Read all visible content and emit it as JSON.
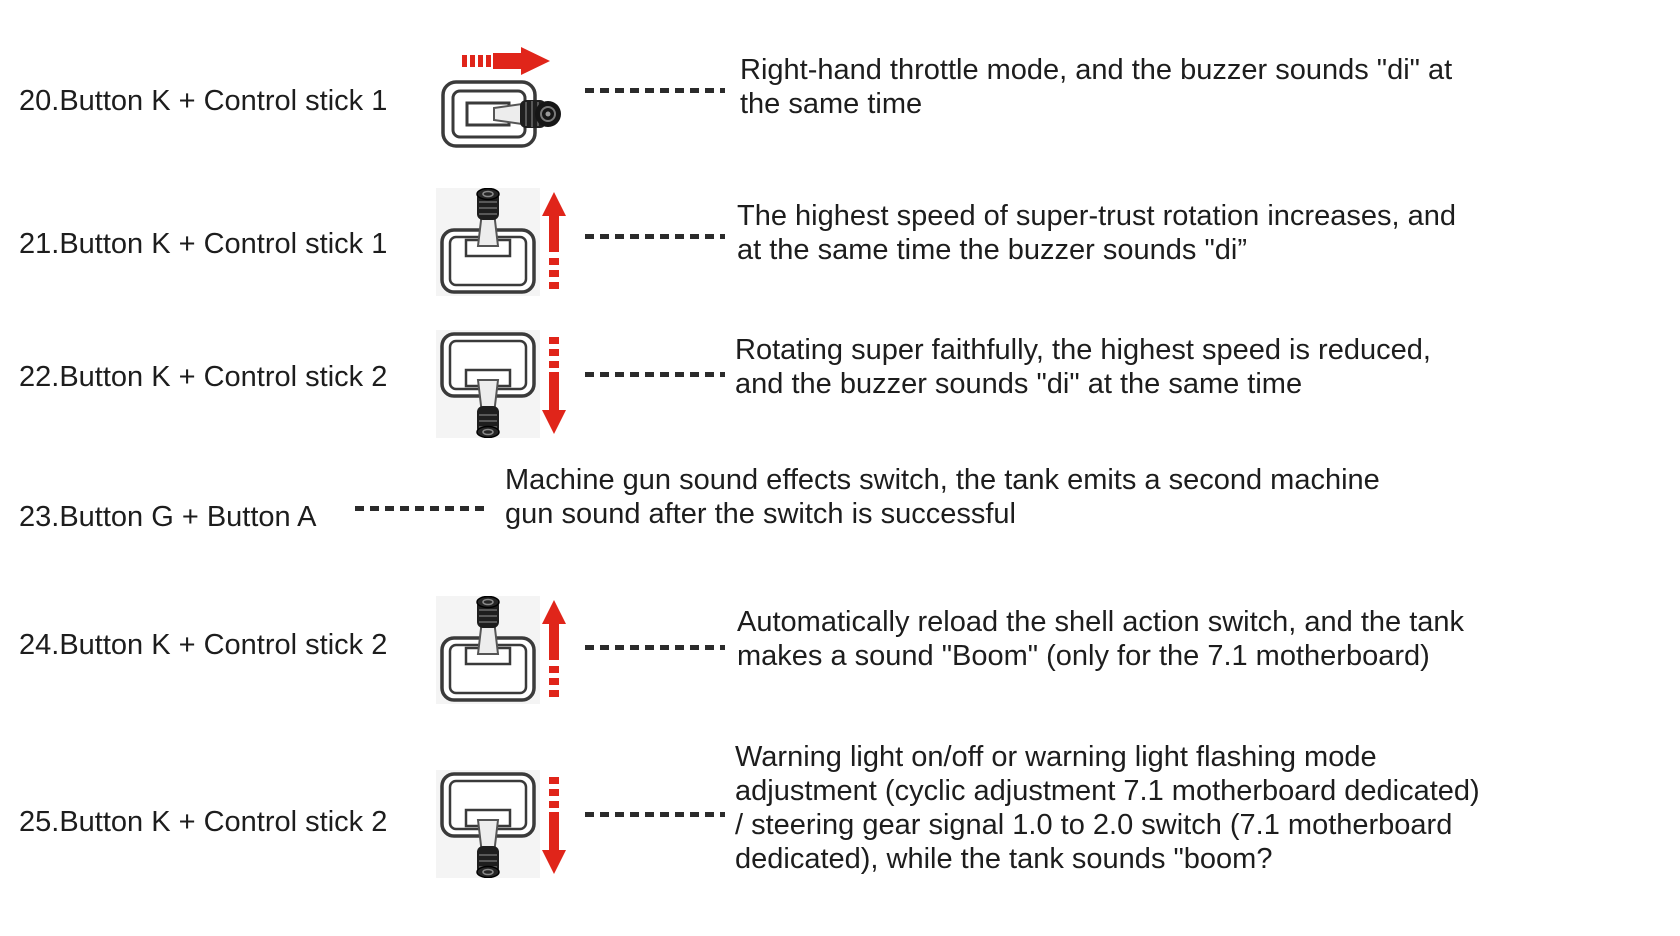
{
  "page": {
    "background": "#ffffff",
    "text_color": "#1d1d1d",
    "accent_red": "#e0251a",
    "connector_color": "#2b2b2b",
    "icon_outline_color": "#3a3a3a"
  },
  "rows": [
    {
      "number": "20",
      "label": "20.Button K + Control stick 1",
      "icon": "control-stick-pushed-right",
      "arrow": "right",
      "lines": [
        "Right-hand throttle mode, and the buzzer sounds \"di\" at",
        "the same time"
      ]
    },
    {
      "number": "21",
      "label": "21.Button K + Control stick 1",
      "icon": "control-stick-pushed-up",
      "arrow": "up",
      "lines": [
        "The highest speed of super-trust rotation increases, and",
        "at the same time the buzzer sounds \"di”"
      ]
    },
    {
      "number": "22",
      "label": "22.Button K + Control stick 2",
      "icon": "control-stick-pushed-down",
      "arrow": "down",
      "lines": [
        "Rotating super faithfully, the highest speed is reduced,",
        "and the buzzer sounds \"di\" at the same time"
      ]
    },
    {
      "number": "23",
      "label": "23.Button G + Button A",
      "icon": "none",
      "arrow": "none",
      "lines": [
        "Machine gun sound effects switch, the tank emits a second machine",
        "gun sound after the switch is successful"
      ]
    },
    {
      "number": "24",
      "label": "24.Button K + Control stick 2",
      "icon": "control-stick-pushed-up",
      "arrow": "up",
      "lines": [
        "Automatically reload the shell action switch, and the tank",
        "makes a sound \"Boom\" (only for the 7.1 motherboard)"
      ]
    },
    {
      "number": "25",
      "label": "25.Button K + Control stick 2",
      "icon": "control-stick-pushed-down",
      "arrow": "down",
      "lines": [
        "Warning light on/off or warning light flashing mode",
        "adjustment (cyclic adjustment 7.1 motherboard dedicated)",
        "/ steering gear signal 1.0 to 2.0 switch (7.1 motherboard",
        "dedicated), while the tank sounds \"boom?"
      ]
    }
  ]
}
